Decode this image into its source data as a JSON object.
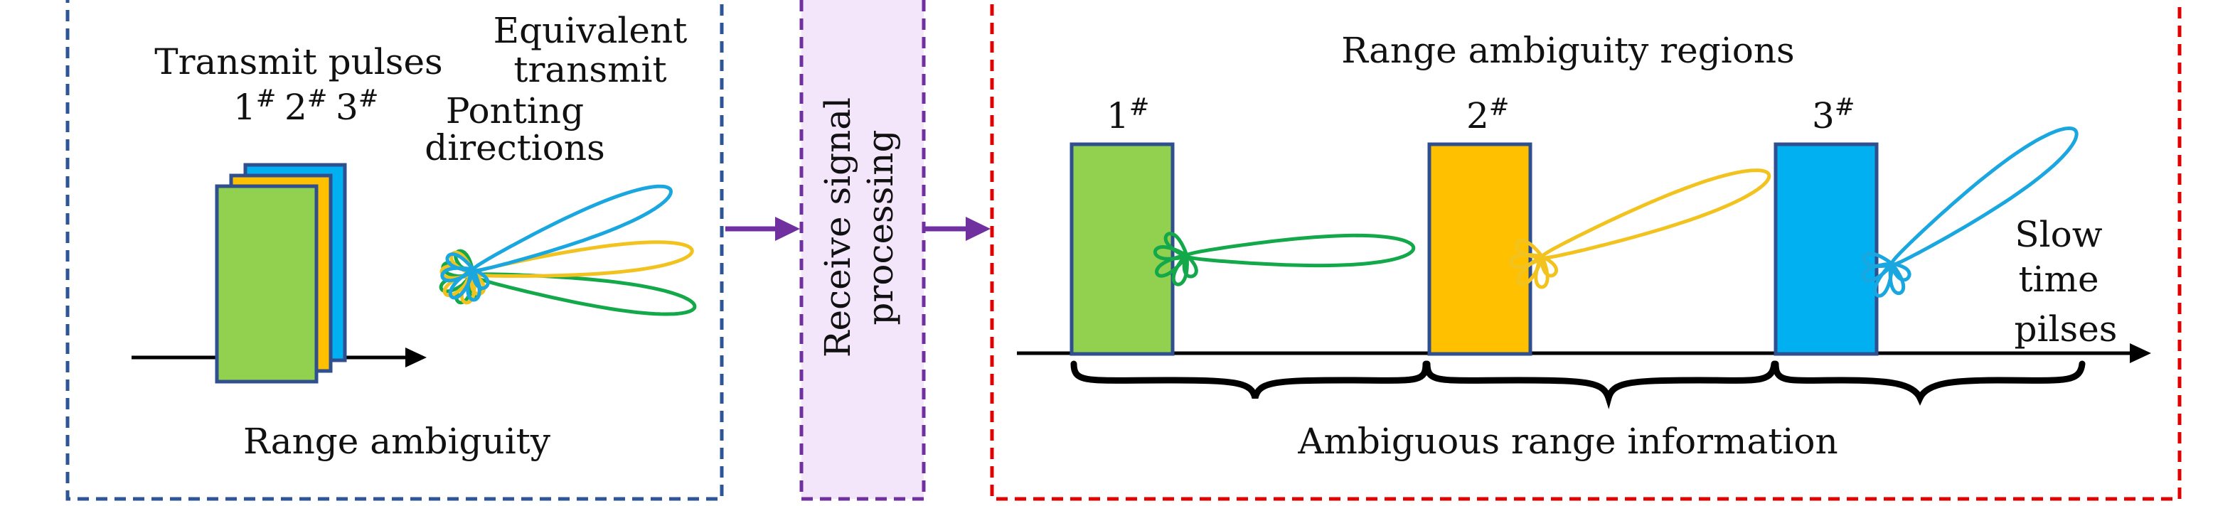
{
  "left_panel": {
    "transmit_pulses_label": "Transmit pulses",
    "pulse_numbers": [
      "1#",
      "2#",
      "3#"
    ],
    "equivalent_transmit_line1": "Equivalent",
    "equivalent_transmit_line2": "transmit",
    "pointing_line1": "Ponting",
    "pointing_line2": "directions",
    "bottom_label": "Range ambiguity"
  },
  "middle_panel": {
    "line1": "Receive signal",
    "line2": "processing"
  },
  "right_panel": {
    "title": "Range ambiguity regions",
    "region_numbers": [
      "1#",
      "2#",
      "3#"
    ],
    "axis_label_line1": "Slow",
    "axis_label_line2": "time",
    "axis_label_line3": "pilses",
    "bottom_label": "Ambiguous range information"
  },
  "colors": {
    "green": "#92d050",
    "yellow": "#ffc000",
    "blue": "#00b0f0",
    "rect_border": "#2f4f8f",
    "left_frame": "#2e5597",
    "middle_frame": "#7030a0",
    "middle_fill": "#f3e6fb",
    "right_frame": "#e00000",
    "arrow": "#7030a0",
    "lobe_blue": "#1aa7e0",
    "lobe_yellow": "#f2c31f",
    "lobe_green": "#13a84a"
  }
}
